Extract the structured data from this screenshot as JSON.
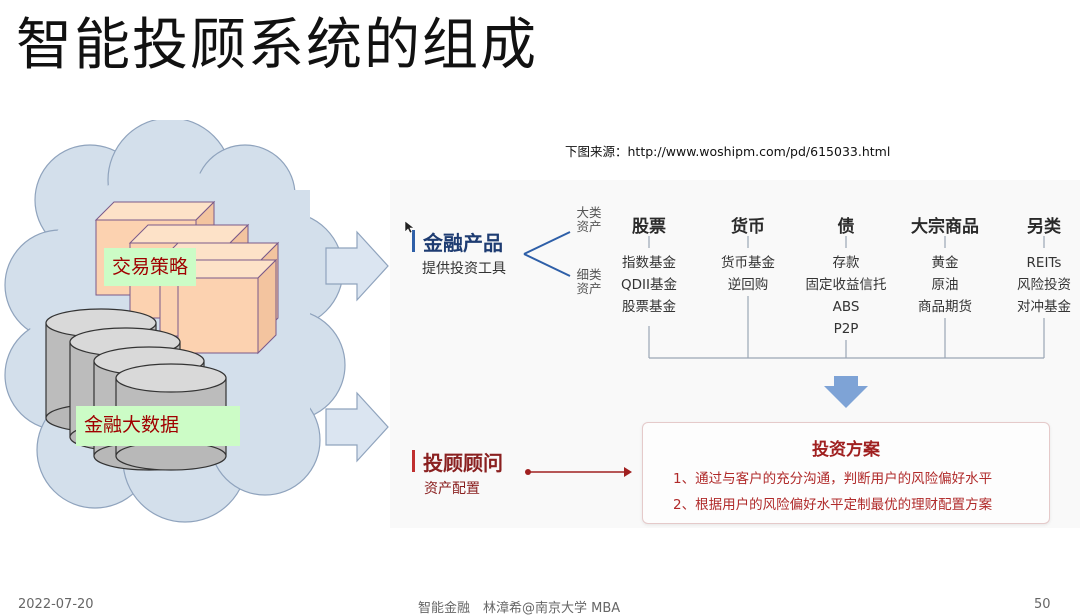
{
  "title": "智能投顾系统的组成",
  "source_note": "下图来源：http://www.woshipm.com/pd/615033.html",
  "left": {
    "strategy_label": "交易策略",
    "bigdata_label": "金融大数据"
  },
  "products": {
    "title": "金融产品",
    "subtitle": "提供投资工具",
    "branch_major": "大类资产",
    "branch_detail": "细类资产",
    "categories": [
      {
        "name": "股票",
        "items": [
          "指数基金",
          "QDII基金",
          "股票基金"
        ]
      },
      {
        "name": "货币",
        "items": [
          "货币基金",
          "逆回购"
        ]
      },
      {
        "name": "债",
        "items": [
          "存款",
          "固定收益信托",
          "ABS",
          "P2P"
        ]
      },
      {
        "name": "大宗商品",
        "items": [
          "黄金",
          "原油",
          "商品期货"
        ]
      },
      {
        "name": "另类",
        "items": [
          "REITs",
          "风险投资",
          "对冲基金"
        ]
      }
    ]
  },
  "advisor": {
    "title": "投顾顾问",
    "subtitle": "资产配置"
  },
  "plan": {
    "title": "投资方案",
    "lines": [
      "1、通过与客户的充分沟通，判断用户的风险偏好水平",
      "2、根据用户的风险偏好水平定制最优的理财配置方案"
    ]
  },
  "footer": {
    "date": "2022-07-20",
    "center": "智能金融　林漳希@南京大学 MBA",
    "page": "50"
  }
}
